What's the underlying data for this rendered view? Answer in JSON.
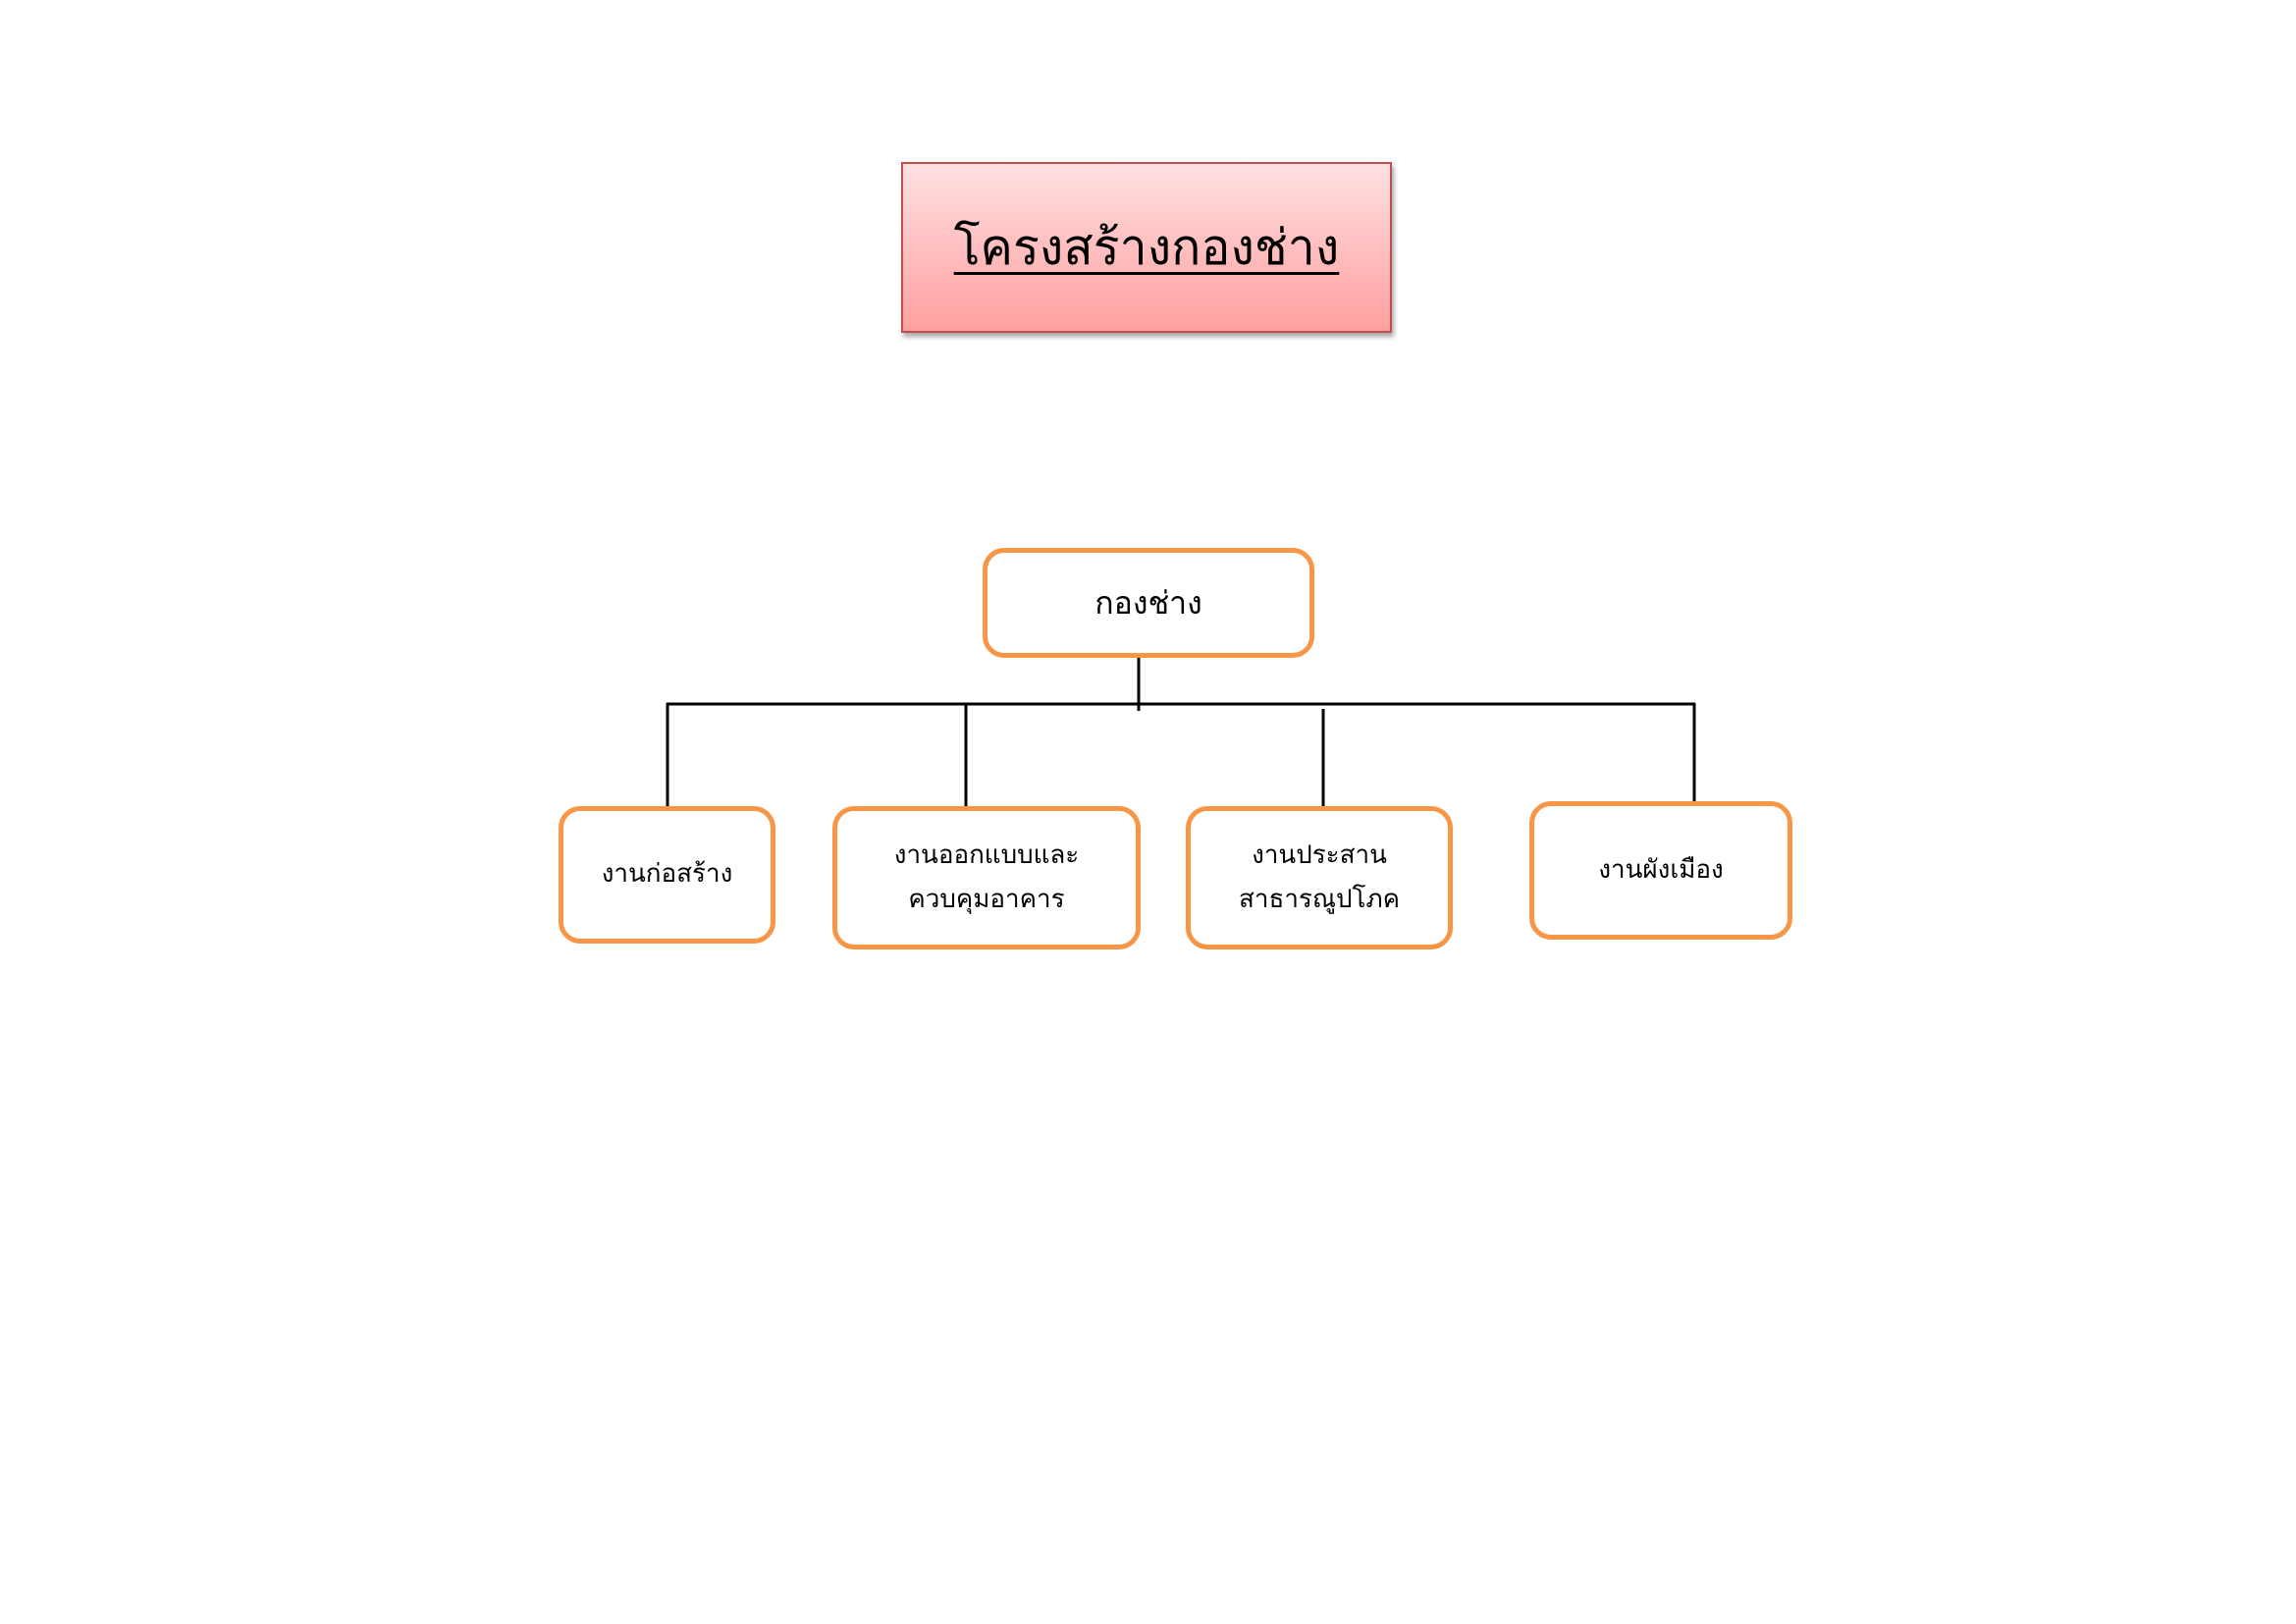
{
  "title": {
    "text": "โครงสร้างกองช่าง"
  },
  "root": {
    "label": "กองช่าง"
  },
  "children": [
    {
      "lines": [
        "งานก่อสร้าง"
      ]
    },
    {
      "lines": [
        "งานออกแบบและ",
        "ควบคุมอาคาร"
      ]
    },
    {
      "lines": [
        "งานประสาน",
        "สาธารณูปโภค"
      ]
    },
    {
      "lines": [
        "งานผังเมือง"
      ]
    }
  ],
  "colors": {
    "title_fill_top": "#ffe1e2",
    "title_fill_bottom": "#ff9f9f",
    "title_border": "#c0504d",
    "node_border": "#f79646",
    "connector": "#000000"
  }
}
